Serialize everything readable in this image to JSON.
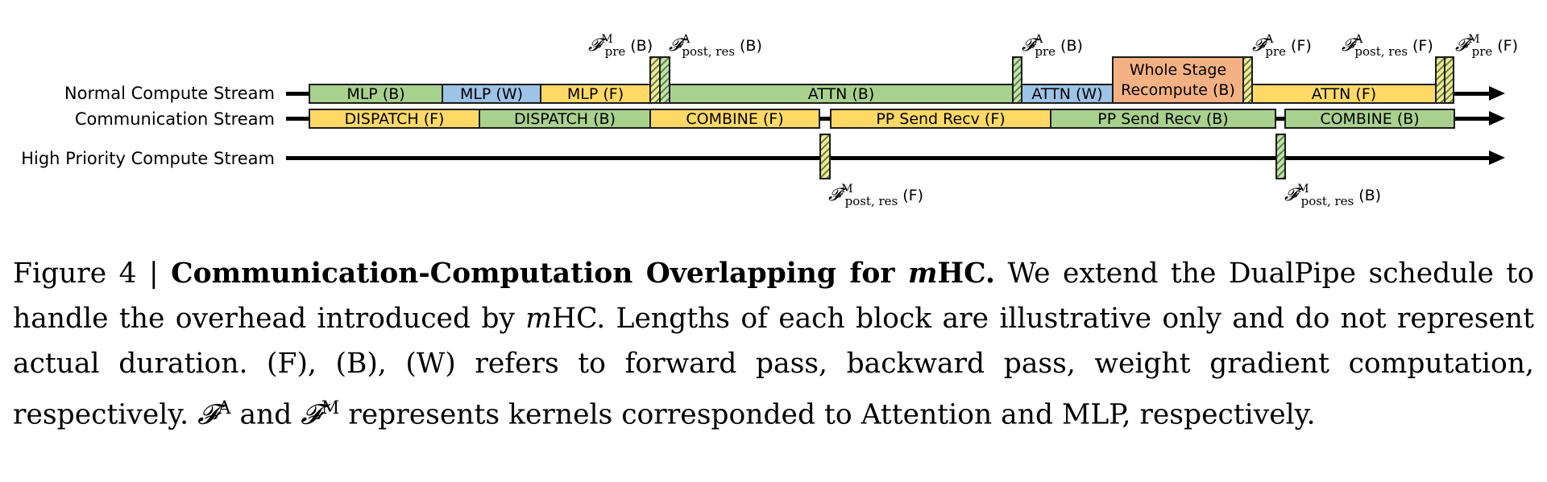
{
  "streams": [
    {
      "name": "Normal Compute Stream"
    },
    {
      "name": "Communication Stream"
    },
    {
      "name": "High Priority Compute Stream"
    }
  ],
  "blocks": {
    "normal": [
      {
        "label": "MLP (B)",
        "color": "green"
      },
      {
        "label": "MLP (W)",
        "color": "blue"
      },
      {
        "label": "MLP (F)",
        "color": "yellow"
      },
      {
        "label": "ATTN (B)",
        "color": "green"
      },
      {
        "label": "ATTN (W)",
        "color": "blue"
      },
      {
        "label": "Whole Stage",
        "label2": "Recompute (B)",
        "color": "orange"
      },
      {
        "label": "ATTN (F)",
        "color": "yellow"
      }
    ],
    "comm": [
      {
        "label": "DISPATCH (F)",
        "color": "yellow"
      },
      {
        "label": "DISPATCH (B)",
        "color": "green"
      },
      {
        "label": "COMBINE (F)",
        "color": "yellow"
      },
      {
        "label": "PP Send Recv (F)",
        "color": "yellow"
      },
      {
        "label": "PP Send Recv (B)",
        "color": "green"
      },
      {
        "label": "COMBINE (B)",
        "color": "green"
      }
    ]
  },
  "kernel_labels": [
    {
      "base": "𝓕",
      "sup": "M",
      "sub": "pre",
      "tag": "(B)"
    },
    {
      "base": "𝓕",
      "sup": "A",
      "sub": "post, res",
      "tag": "(B)"
    },
    {
      "base": "𝓕",
      "sup": "A",
      "sub": "pre",
      "tag": "(B)"
    },
    {
      "base": "𝓕",
      "sup": "A",
      "sub": "pre",
      "tag": "(F)"
    },
    {
      "base": "𝓕",
      "sup": "A",
      "sub": "post, res",
      "tag": "(F)"
    },
    {
      "base": "𝓕",
      "sup": "M",
      "sub": "pre",
      "tag": "(F)"
    },
    {
      "base": "𝓕",
      "sup": "M",
      "sub": "post, res",
      "tag": "(F)"
    },
    {
      "base": "𝓕",
      "sup": "M",
      "sub": "post, res",
      "tag": "(B)"
    }
  ],
  "colors": {
    "green": "#a9d18e",
    "blue": "#9dc3e6",
    "yellow": "#ffd966",
    "orange": "#f4b183"
  },
  "caption": {
    "prefix": "Figure 4 | ",
    "title_a": "Communication-Computation Overlapping for ",
    "title_m": "m",
    "title_b": "HC.",
    "body_1": " We extend the DualPipe schedule to handle the overhead introduced by ",
    "body_m": "m",
    "body_2": "HC. Lengths of each block are illustrative only and do not represent actual duration. (F), (B), (W) refers to forward pass, backward pass, weight gradient computation, respectively. ",
    "fa": "𝓕",
    "fa_sup": "A",
    "body_3": " and ",
    "fm": "𝓕",
    "fm_sup": "M",
    "body_4": " represents kernels corresponded to Attention and MLP, respectively."
  }
}
